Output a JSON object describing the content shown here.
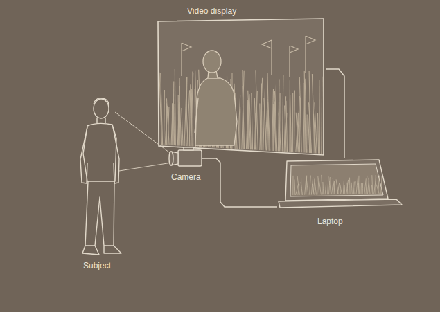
{
  "diagram": {
    "nodes": [
      {
        "text": [
          "Video display"
        ]
      },
      {
        "text": [
          "Subject"
        ]
      },
      {
        "text": [
          "Camera"
        ]
      },
      {
        "text": [
          "Laptop"
        ]
      }
    ],
    "edges": [
      {
        "from": 2,
        "to": 3,
        "arrow": "none"
      },
      {
        "from": 3,
        "to": 0,
        "arrow": "none"
      }
    ]
  }
}
